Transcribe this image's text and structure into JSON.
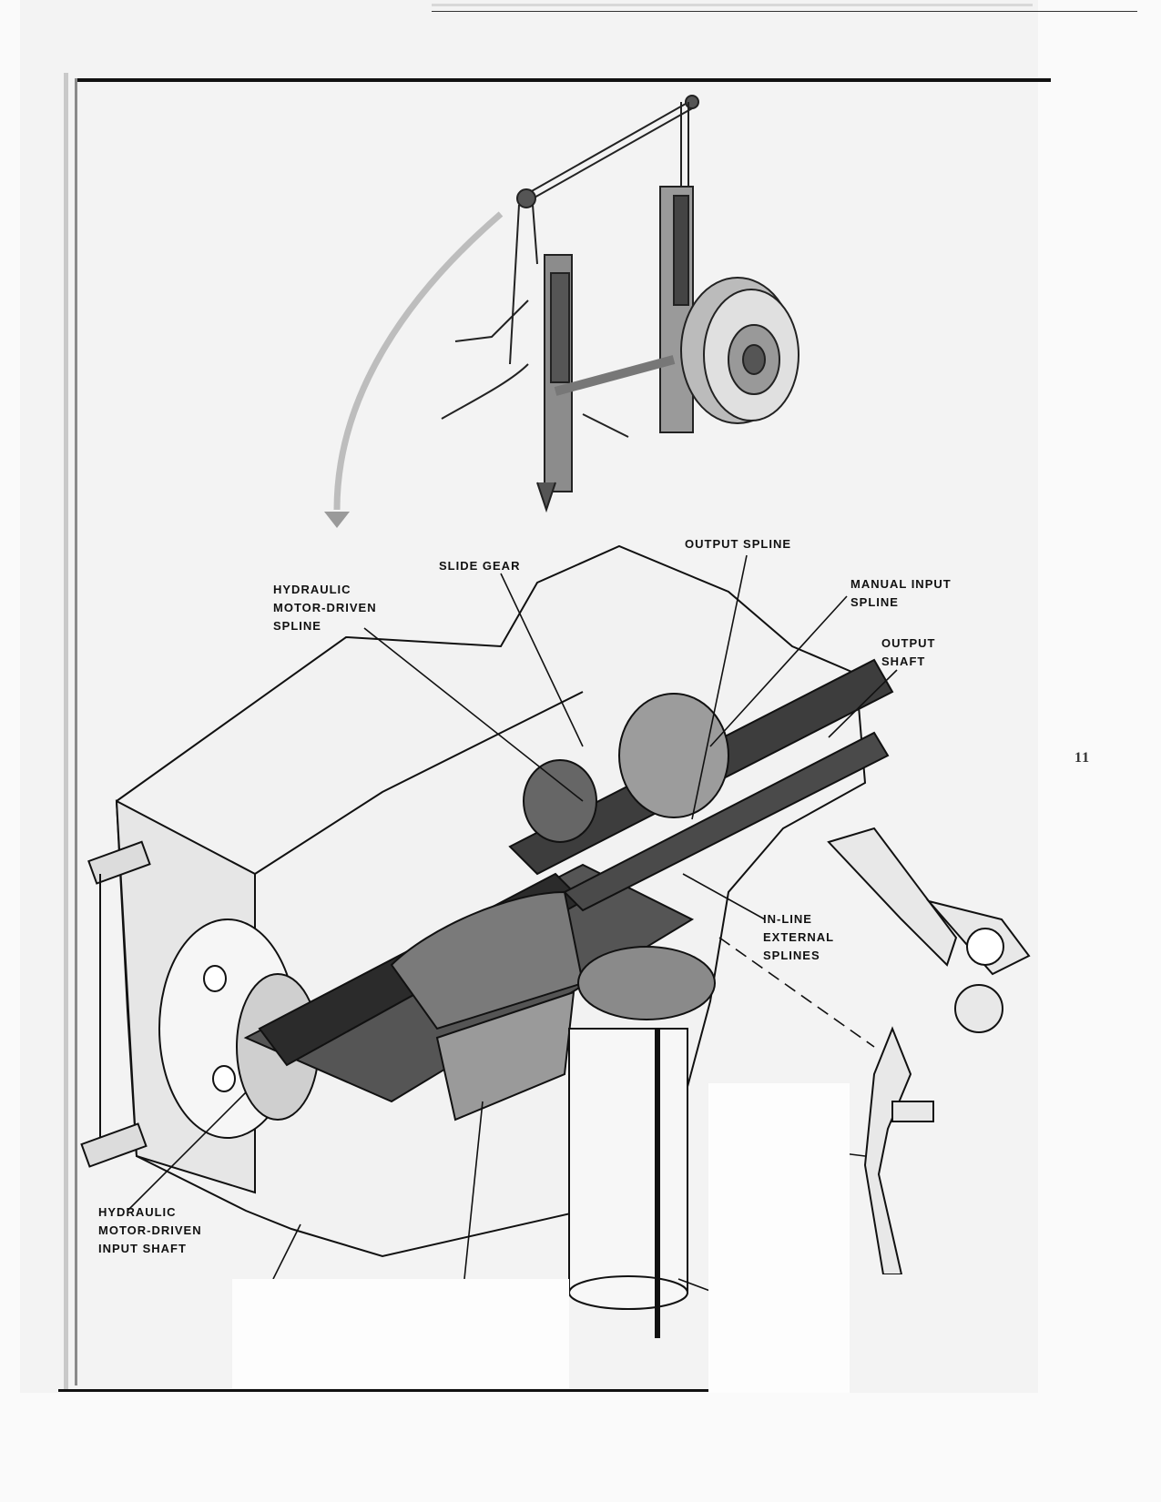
{
  "page_number": "11",
  "labels": {
    "output_spline": "OUTPUT SPLINE",
    "slide_gear": "SLIDE GEAR",
    "hydraulic_motor_driven_spline": [
      "HYDRAULIC",
      "MOTOR-DRIVEN",
      "SPLINE"
    ],
    "manual_input_spline": [
      "MANUAL INPUT",
      "SPLINE"
    ],
    "output_shaft": [
      "OUTPUT",
      "SHAFT"
    ],
    "in_line_external_splines": [
      "IN-LINE",
      "EXTERNAL",
      "SPLINES"
    ],
    "hydraulic_motor_driven_input_shaft": [
      "HYDRAULIC",
      "MOTOR-DRIVEN",
      "INPUT SHAFT"
    ]
  }
}
